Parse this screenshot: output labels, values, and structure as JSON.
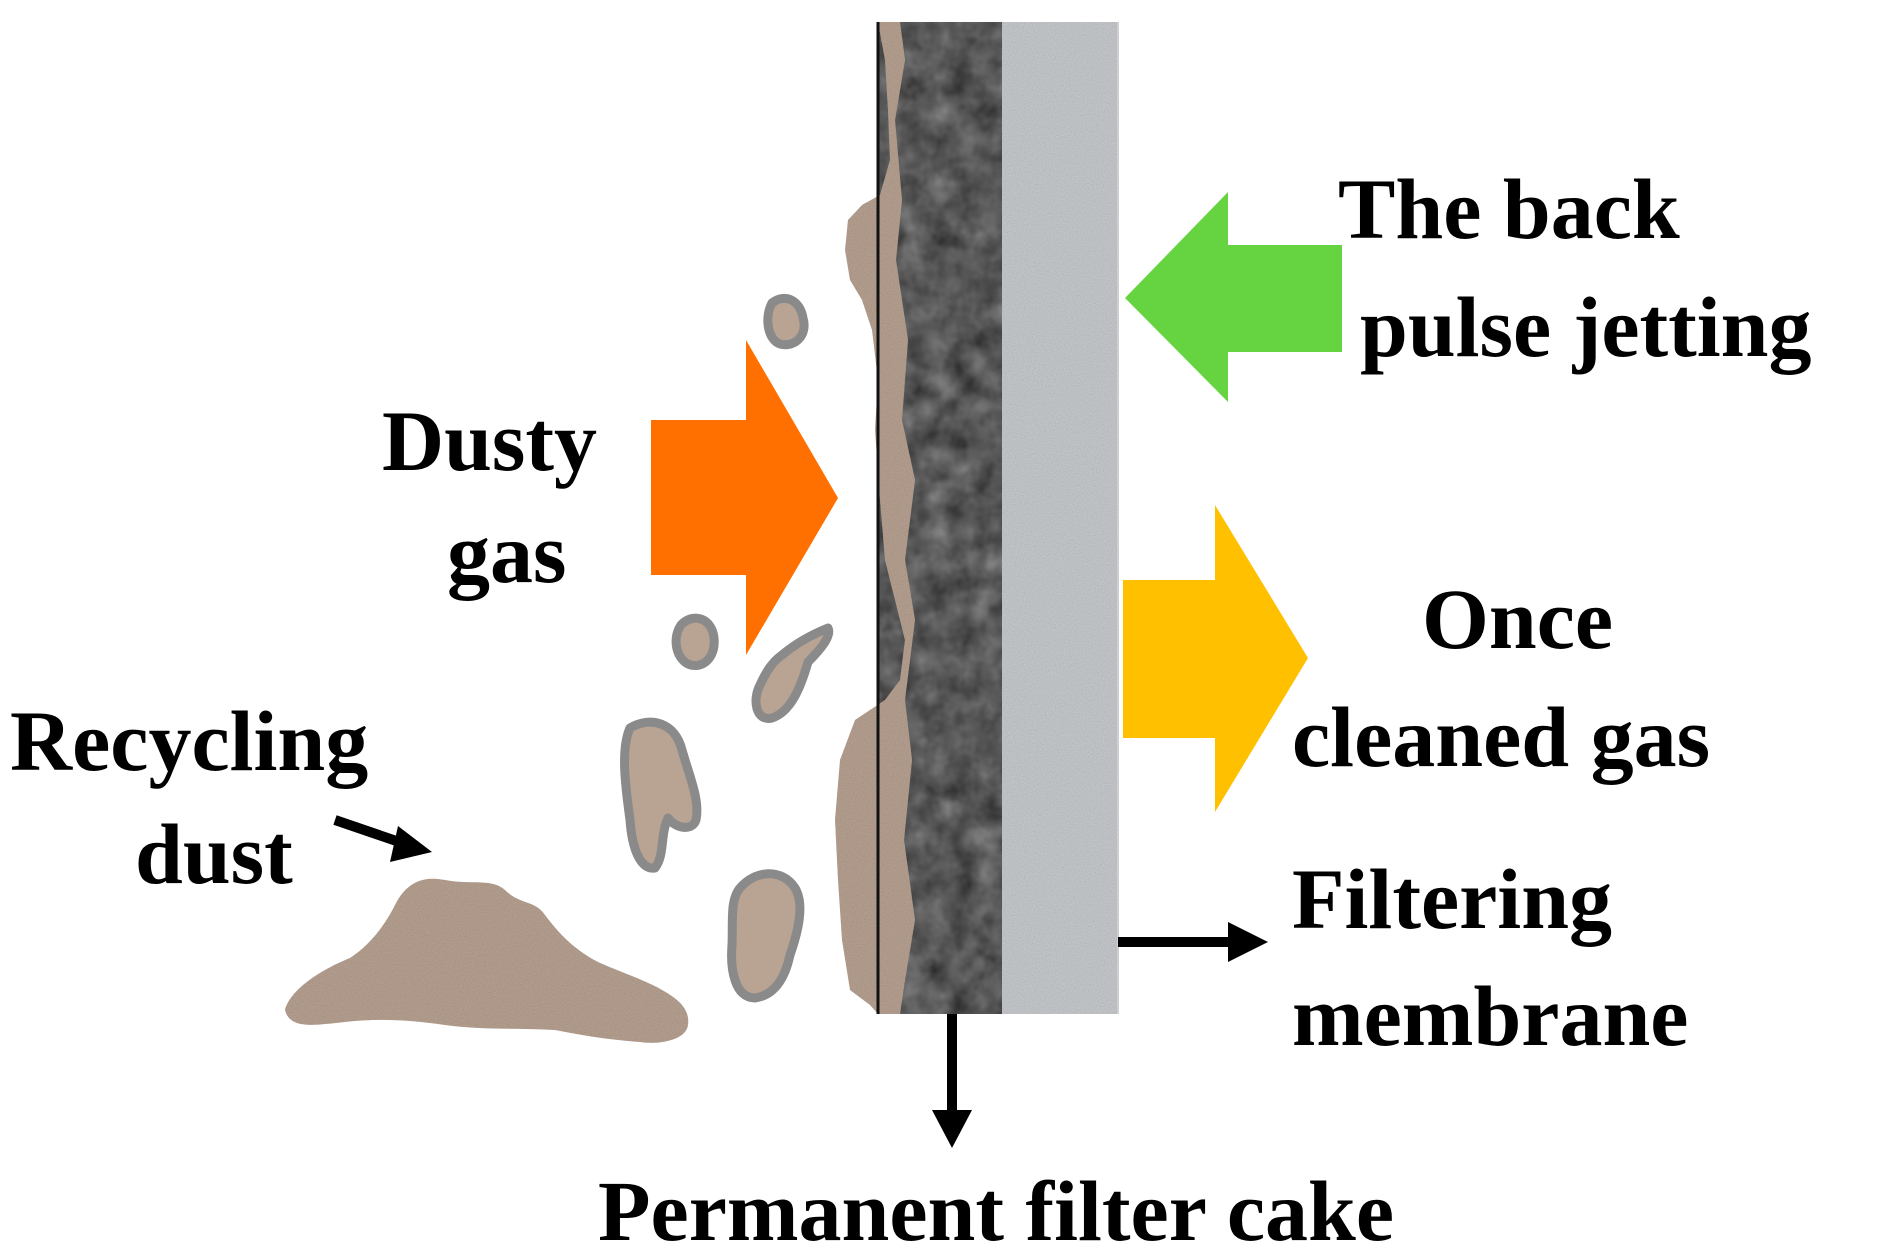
{
  "labels": {
    "back_pulse": [
      "The back",
      "pulse jetting"
    ],
    "dusty_gas": [
      "Dusty",
      "gas"
    ],
    "once_cleaned": [
      "Once",
      "cleaned gas"
    ],
    "recycling_dust": [
      "Recycling",
      "dust"
    ],
    "filtering_membrane": [
      "Filtering",
      "membrane"
    ],
    "permanent_cake": "Permanent filter cake"
  },
  "colors": {
    "dusty_gas_arrow": "#ff7000",
    "back_pulse_arrow": "#66d440",
    "cleaned_gas_arrow": "#ffc000",
    "dust_fill": "#b9a393",
    "dust_outline": "#8a8a8a",
    "black_layer": "#1e1e1e",
    "membrane": "#c9cccf"
  }
}
